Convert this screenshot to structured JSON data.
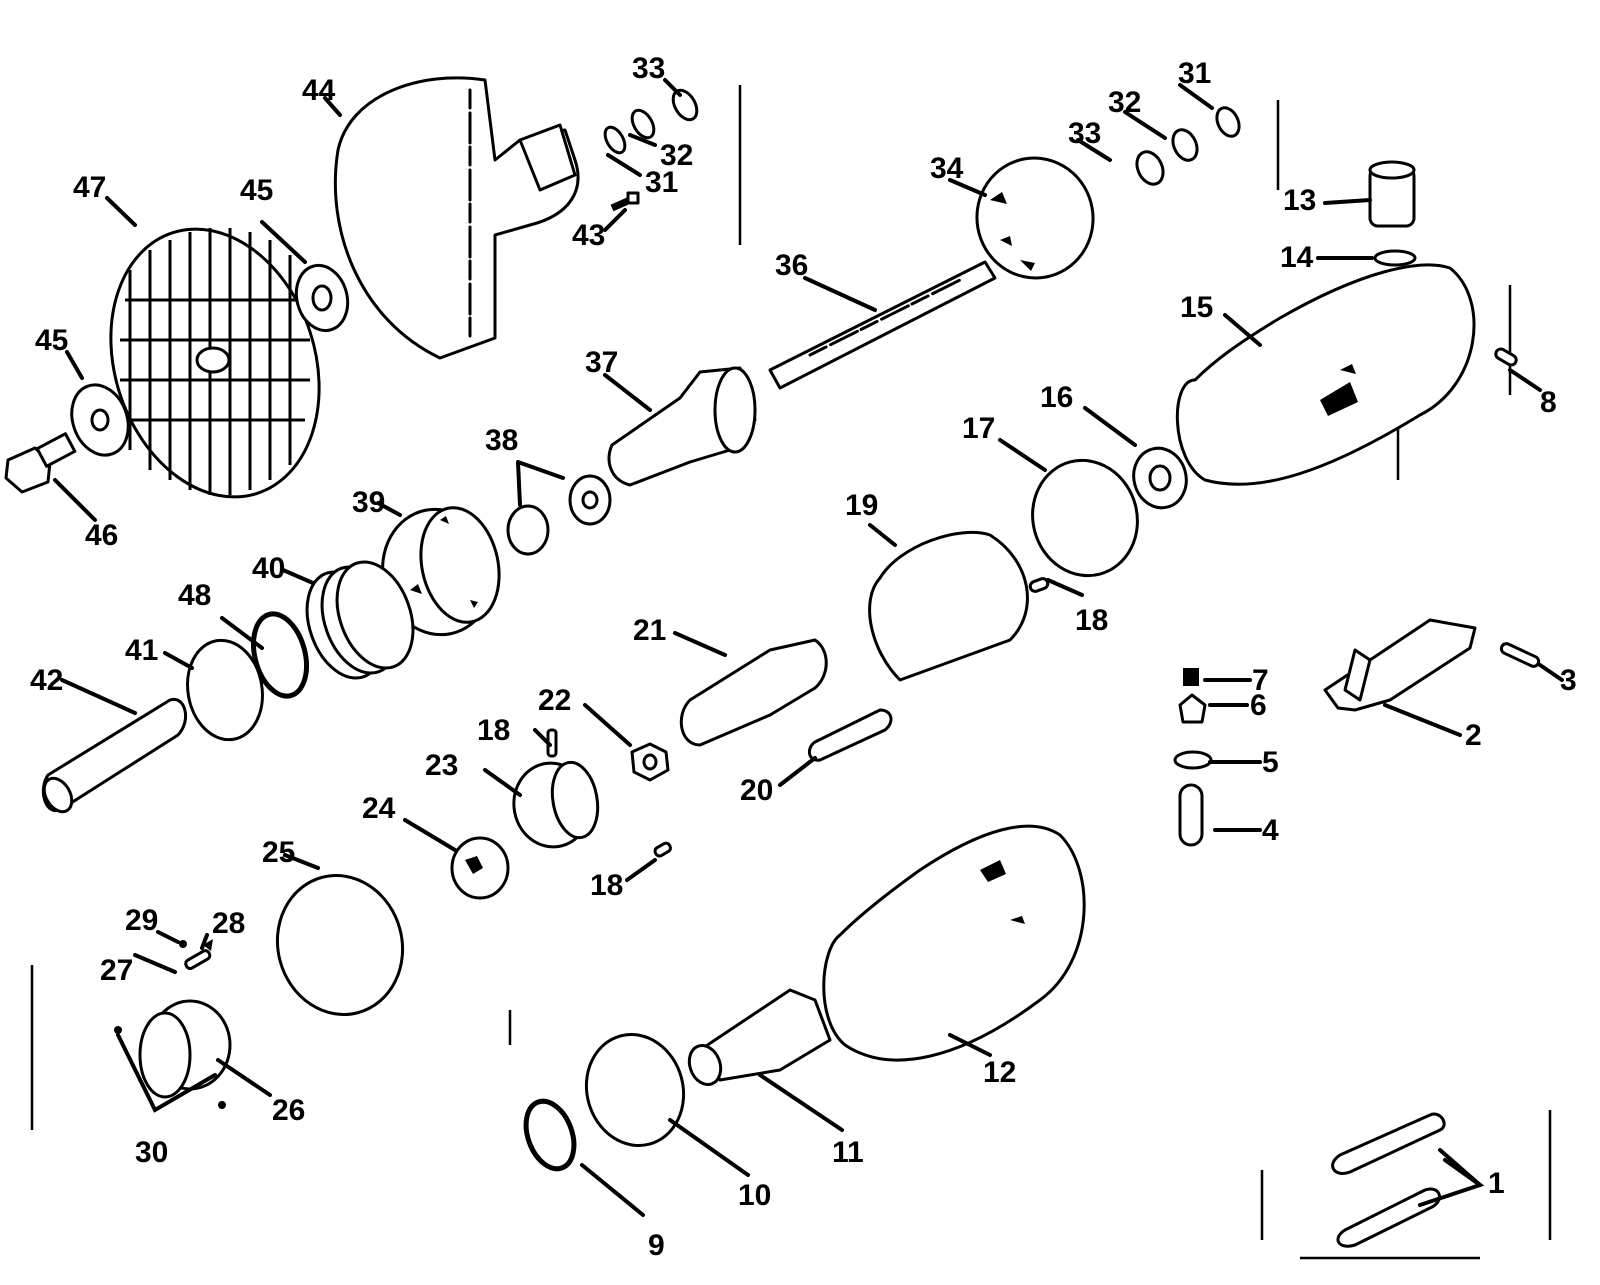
{
  "callouts": {
    "c1": "1",
    "c2": "2",
    "c3": "3",
    "c4": "4",
    "c5": "5",
    "c6": "6",
    "c7": "7",
    "c8": "8",
    "c9": "9",
    "c10": "10",
    "c11": "11",
    "c12": "12",
    "c13": "13",
    "c14": "14",
    "c15": "15",
    "c16": "16",
    "c17": "17",
    "c18a": "18",
    "c18b": "18",
    "c18c": "18",
    "c19": "19",
    "c20": "20",
    "c21": "21",
    "c22": "22",
    "c23": "23",
    "c24": "24",
    "c25": "25",
    "c26": "26",
    "c27": "27",
    "c28": "28",
    "c29": "29",
    "c30": "30",
    "c31a": "31",
    "c31b": "31",
    "c32a": "32",
    "c32b": "32",
    "c33a": "33",
    "c33b": "33",
    "c34": "34",
    "c36": "36",
    "c37": "37",
    "c38": "38",
    "c39": "39",
    "c40": "40",
    "c41": "41",
    "c42": "42",
    "c43": "43",
    "c44": "44",
    "c45a": "45",
    "c45b": "45",
    "c46": "46",
    "c47": "47",
    "c48": "48"
  }
}
